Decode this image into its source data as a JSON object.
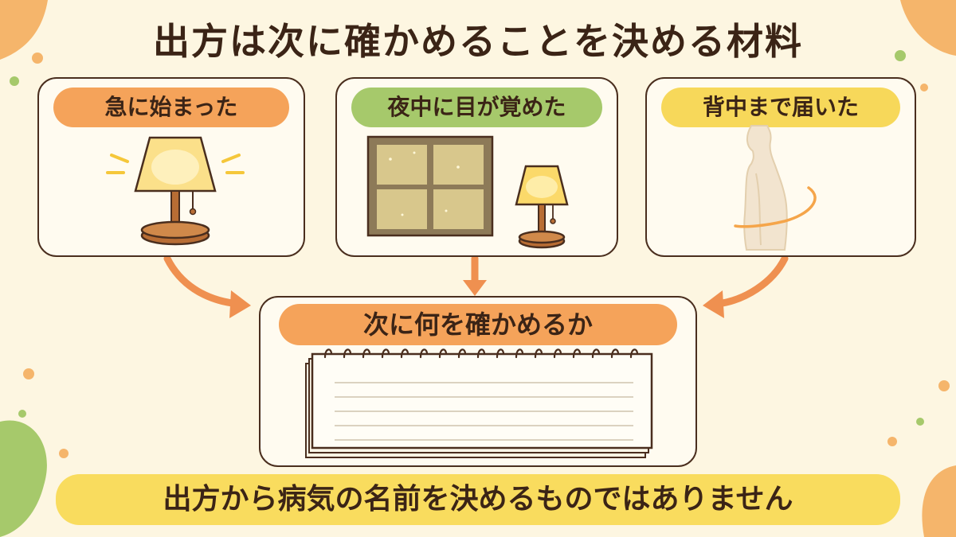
{
  "title": "出方は次に確かめることを決める材料",
  "cards": [
    {
      "label": "急に始まった",
      "color": "#f5a35a",
      "illustration": "table-lamp"
    },
    {
      "label": "夜中に目が覚めた",
      "color": "#a6c96b",
      "illustration": "night-window-with-lamp"
    },
    {
      "label": "背中まで届いた",
      "color": "#f7d85a",
      "illustration": "back-silhouette"
    }
  ],
  "center": {
    "label": "次に何を確かめるか",
    "color": "#f5a35a",
    "illustration": "notepad"
  },
  "bottom": {
    "text": "出方から病気の名前を決めるものではありません",
    "color": "#f9dc5e"
  },
  "colors": {
    "background": "#fdf6e1",
    "outline": "#4a2e1e",
    "arrow": "#ef9050",
    "blob_orange": "#f5b56b",
    "blob_green": "#a6c96b"
  }
}
